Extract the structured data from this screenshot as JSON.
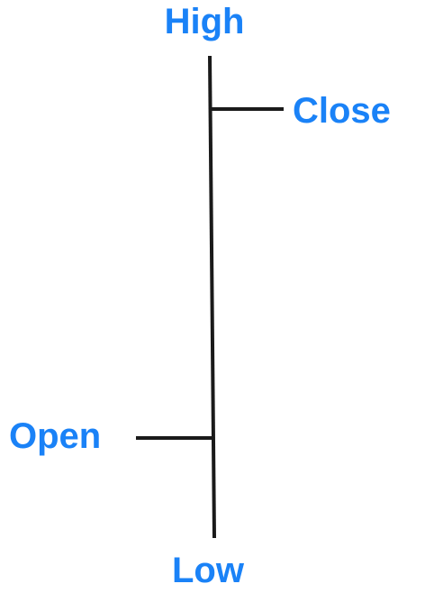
{
  "labels": {
    "high": "High",
    "close": "Close",
    "open": "Open",
    "low": "Low"
  },
  "colors": {
    "label": "#1a82f7",
    "line": "#1a1a1a"
  }
}
